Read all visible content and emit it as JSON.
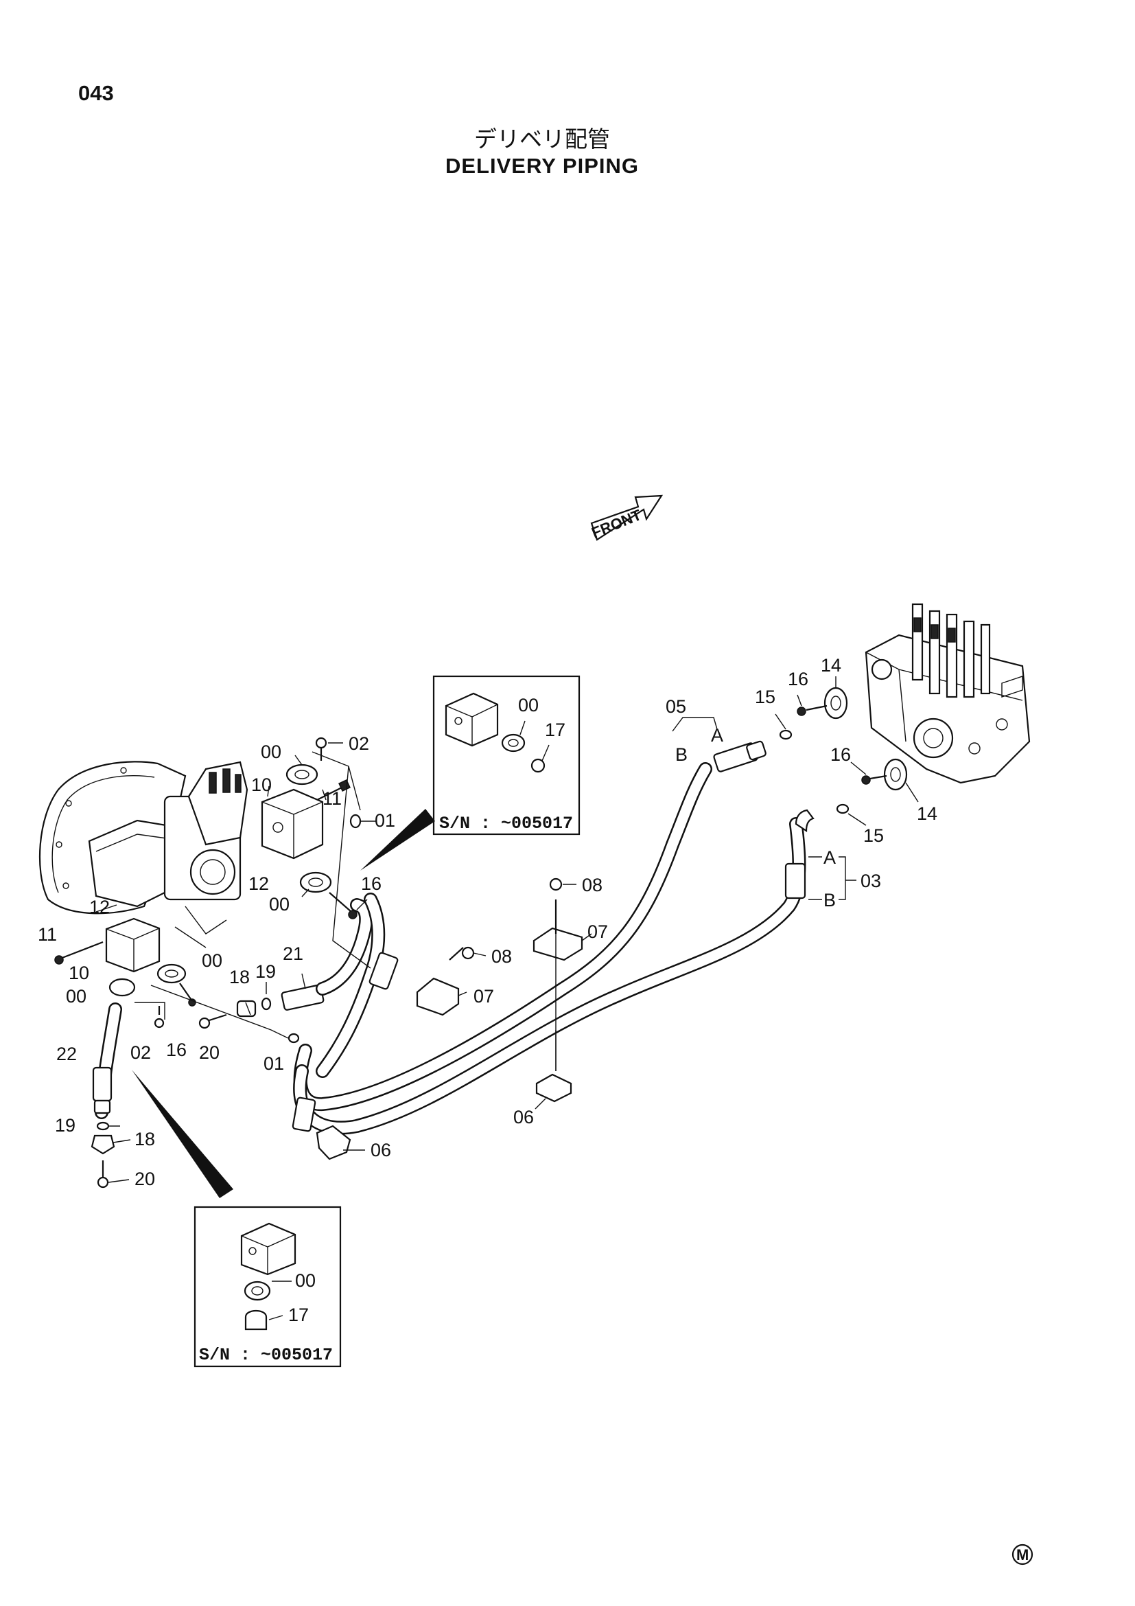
{
  "header": {
    "page_number": "043",
    "title_jp": "デリベリ配管",
    "title_en": "DELIVERY PIPING"
  },
  "direction_label": "FRONT",
  "inset_top": {
    "sn_text": "S/N : ~005017",
    "labels": [
      "00",
      "17"
    ]
  },
  "inset_bottom": {
    "sn_text": "S/N : ~005017",
    "labels": [
      "00",
      "17"
    ]
  },
  "hose_ends": {
    "end_a": "A",
    "end_b": "B"
  },
  "callouts": {
    "c00_a": "00",
    "c02_a": "02",
    "c10_a": "10",
    "c11_a": "11",
    "c01_a": "01",
    "c12_a": "12",
    "c12_b": "12",
    "c00_b": "00",
    "c16_a": "16",
    "c11_b": "11",
    "c10_b": "10",
    "c00_c": "00",
    "c00_d": "00",
    "c18_a": "18",
    "c19_a": "19",
    "c21": "21",
    "c02_b": "02",
    "c16_b": "16",
    "c20_a": "20",
    "c01_b": "01",
    "c22": "22",
    "c19_b": "19",
    "c18_b": "18",
    "c20_b": "20",
    "c08_a": "08",
    "c07_a": "07",
    "c08_b": "08",
    "c07_b": "07",
    "c06_a": "06",
    "c06_b": "06",
    "c05": "05",
    "c15_a": "15",
    "c16_c": "16",
    "c14_a": "14",
    "c16_d": "16",
    "c14_b": "14",
    "c15_b": "15",
    "c03": "03"
  },
  "corner_mark": "M"
}
